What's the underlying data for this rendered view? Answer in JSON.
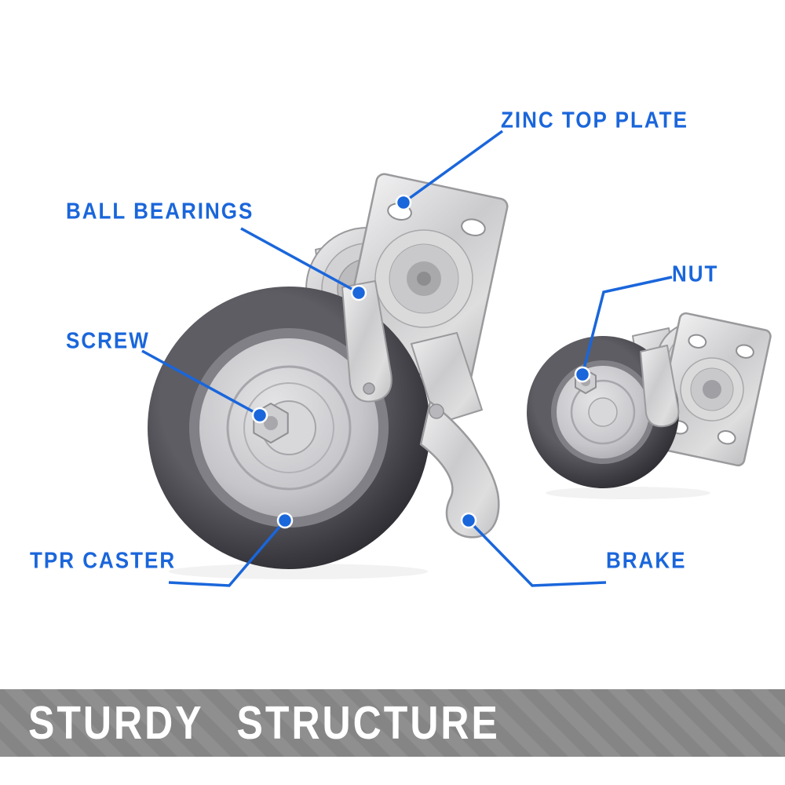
{
  "colors": {
    "accent_blue": "#1a66db",
    "banner_base": "#8f8f8f",
    "banner_stripe": "#858585",
    "banner_text": "#ffffff",
    "background": "#ffffff",
    "wheel_tread": "#3a3a40",
    "metal_gray": "#d6d6d6"
  },
  "callouts": [
    {
      "id": "zinc-top-plate",
      "label": "ZINC TOP PLATE"
    },
    {
      "id": "ball-bearings",
      "label": "BALL BEARINGS"
    },
    {
      "id": "nut",
      "label": "NUT"
    },
    {
      "id": "screw",
      "label": "SCREW"
    },
    {
      "id": "tpr-caster",
      "label": "TPR CASTER"
    },
    {
      "id": "brake",
      "label": "BRAKE"
    }
  ],
  "banner": {
    "title": "STURDY STRUCTURE"
  },
  "figures": {
    "large_caster": "swivel caster with top plate and brake pedal",
    "small_caster": "swivel caster with top plate"
  }
}
